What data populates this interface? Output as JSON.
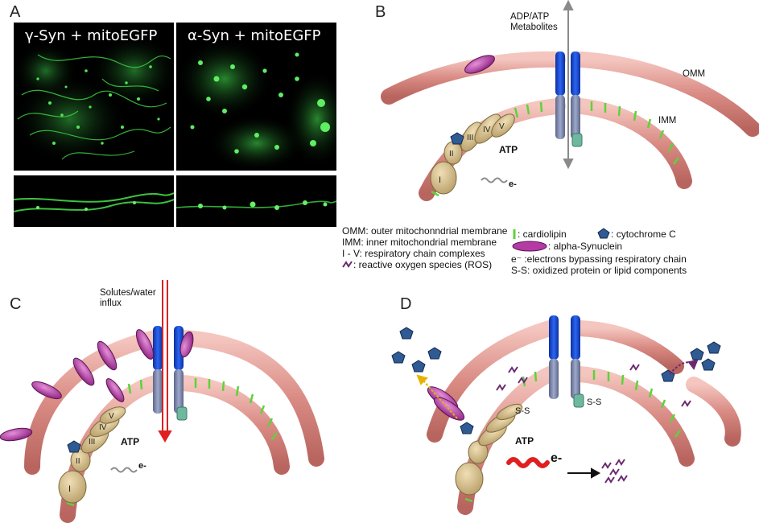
{
  "panels": {
    "a": {
      "letter": "A",
      "micro_left_label": "γ-Syn + mitoEGFP",
      "micro_right_label": "α-Syn + mitoEGFP"
    },
    "b": {
      "letter": "B",
      "adp_line1": "ADP/ATP",
      "adp_line2": "Metabolites",
      "omm": "OMM",
      "imm": "IMM",
      "atp": "ATP",
      "electron": "e-",
      "roman_1": "I",
      "roman_2": "II",
      "roman_3": "III",
      "roman_4": "IV",
      "roman_5": "V"
    },
    "c": {
      "letter": "C",
      "influx_line1": "Solutes/water",
      "influx_line2": "influx",
      "atp": "ATP",
      "electron": "e-",
      "roman_1": "I",
      "roman_2": "II",
      "roman_3": "III",
      "roman_4": "IV",
      "roman_5": "V"
    },
    "d": {
      "letter": "D",
      "ss_1": "S-S",
      "ss_2": "S-S",
      "atp": "ATP",
      "electron": "e-"
    }
  },
  "legend": {
    "omm": "OMM: outer mitochonndrial membrane",
    "imm": "IMM: inner mitochondrial membrane",
    "complexes": "I - V: respiratory chain complexes",
    "ros": ": reactive oxygen species (ROS)",
    "cardiolipin": ": cardiolipin",
    "cytochrome": ": cytochrome C",
    "synuclein": ": alpha-Synuclein",
    "electrons": "e⁻ :electrons bypassing respiratory chain",
    "ss": "S-S: oxidized protein or lipid components"
  },
  "colors": {
    "membrane": "#d98b84",
    "membrane_highlight": "#f2c2bb",
    "channel_blue": "#1a4fd8",
    "channel_grey": "#7d89b0",
    "complex_tan": "#d8c292",
    "synuclein": "#b43ba4",
    "cytochrome": "#2f5a93",
    "cardiolipin": "#5fd23a",
    "ros": "#6b2a70",
    "red_arrow": "#e02020",
    "teal": "#6fb8a0"
  }
}
